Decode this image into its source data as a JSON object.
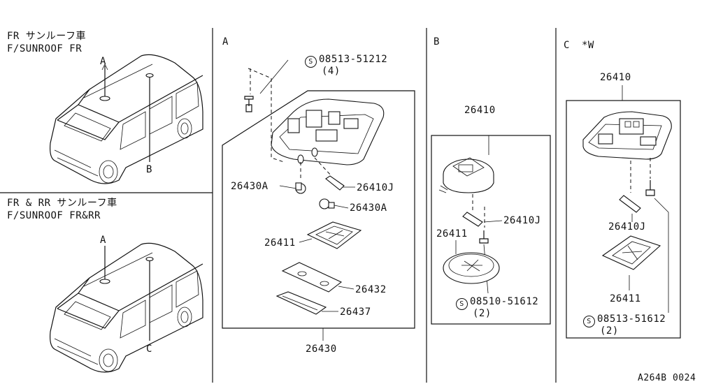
{
  "vehicle_panels": [
    {
      "title_jp": "FR サンルーフ車",
      "title_en": "F/SUNROOF FR",
      "marker_a": "A",
      "marker_b": "B"
    },
    {
      "title_jp": "FR & RR サンルーフ車",
      "title_en": "F/SUNROOF FR&RR",
      "marker_a": "A",
      "marker_c": "C"
    }
  ],
  "section_a": {
    "letter": "A",
    "screw": {
      "code": "08513-51212",
      "qty": "(4)"
    },
    "parts": [
      "26430A",
      "26410J",
      "26430A",
      "26411",
      "26432",
      "26437"
    ],
    "assembly": "26430"
  },
  "section_b": {
    "letter": "B",
    "assembly": "26410",
    "parts": [
      "26410J",
      "26411"
    ],
    "screw": {
      "code": "08510-51612",
      "qty": "(2)"
    }
  },
  "section_c": {
    "letter": "C",
    "note": "*W",
    "assembly": "26410",
    "parts": [
      "26410J",
      "26411"
    ],
    "screw": {
      "code": "08513-51612",
      "qty": "(2)"
    }
  },
  "s_symbol": "S",
  "figure_code": "A264B 0024"
}
